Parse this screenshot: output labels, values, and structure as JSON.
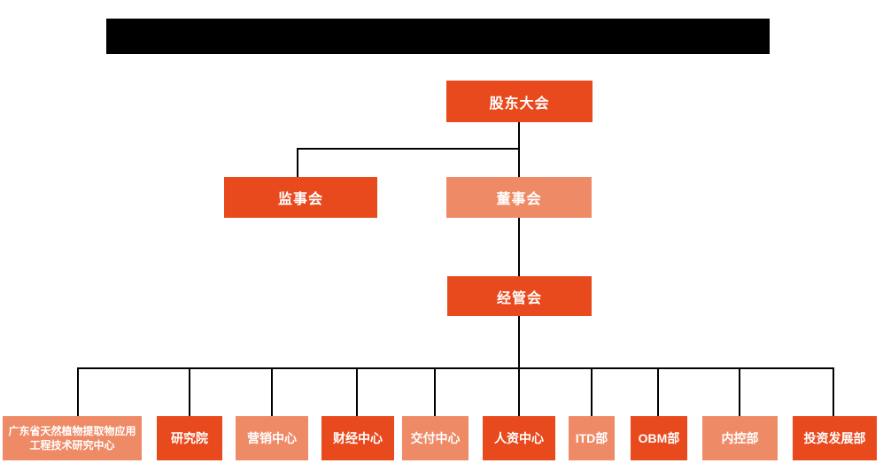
{
  "colors": {
    "primary": "#e8491d",
    "secondary": "#ef8a66",
    "line": "#000000",
    "node_text": "#ffffff",
    "redacted": "#000000",
    "background": "#ffffff"
  },
  "title_bar": {
    "text": "",
    "redacted": true
  },
  "org_chart": {
    "root": {
      "label": "股东大会"
    },
    "level2": [
      {
        "label": "监事会"
      },
      {
        "label": "董事会"
      }
    ],
    "level3": {
      "label": "经管会"
    },
    "departments": [
      {
        "label": "广东省天然植物提取物应用工程技术研究中心"
      },
      {
        "label": "研究院"
      },
      {
        "label": "营销中心"
      },
      {
        "label": "财经中心"
      },
      {
        "label": "交付中心"
      },
      {
        "label": "人资中心"
      },
      {
        "label": "ITD部"
      },
      {
        "label": "OBM部"
      },
      {
        "label": "内控部"
      },
      {
        "label": "投资发展部"
      }
    ]
  }
}
